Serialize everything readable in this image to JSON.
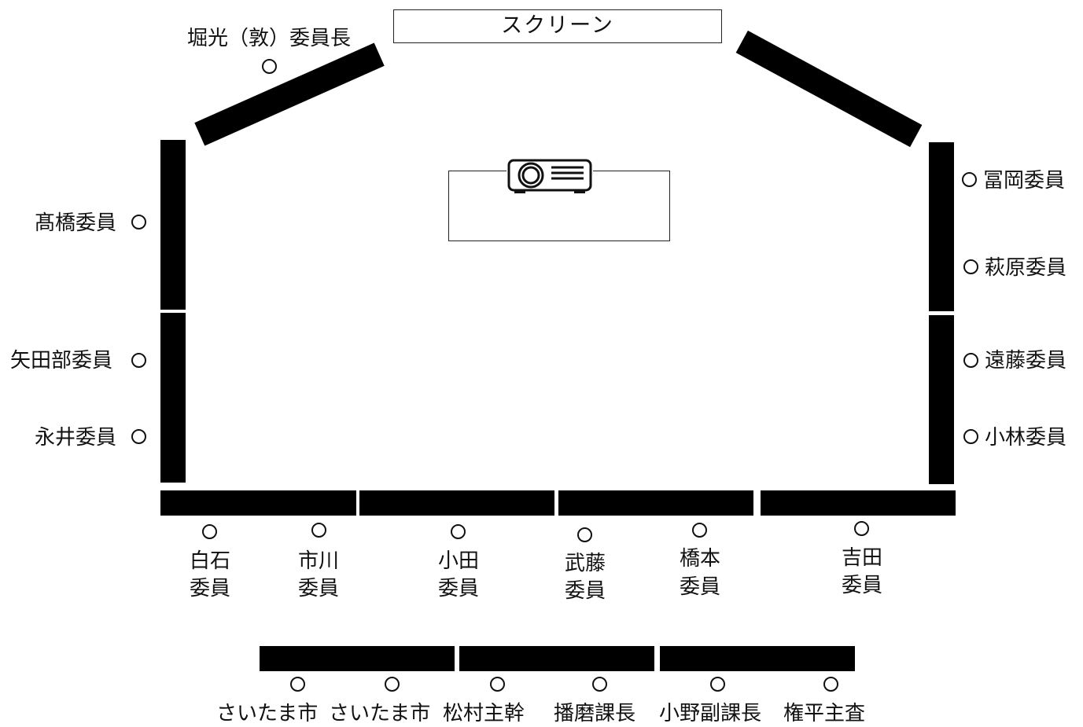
{
  "screen": {
    "label": "スクリーン"
  },
  "projector": {
    "icon": "projector-icon"
  },
  "chair": {
    "label": "堀光（敦）委員長"
  },
  "left_members": [
    "髙橋委員",
    "矢田部委員",
    "永井委員"
  ],
  "right_members": [
    "冨岡委員",
    "萩原委員",
    "遠藤委員",
    "小林委員"
  ],
  "front_members": [
    {
      "line1": "白石",
      "line2": "委員"
    },
    {
      "line1": "市川",
      "line2": "委員"
    },
    {
      "line1": "小田",
      "line2": "委員"
    },
    {
      "line1": "武藤",
      "line2": "委員"
    },
    {
      "line1": "橋本",
      "line2": "委員"
    },
    {
      "line1": "吉田",
      "line2": "委員"
    }
  ],
  "staff": [
    "さいたま市",
    "さいたま市",
    "松村主幹",
    "播磨課長",
    "小野副課長",
    "権平主査"
  ]
}
